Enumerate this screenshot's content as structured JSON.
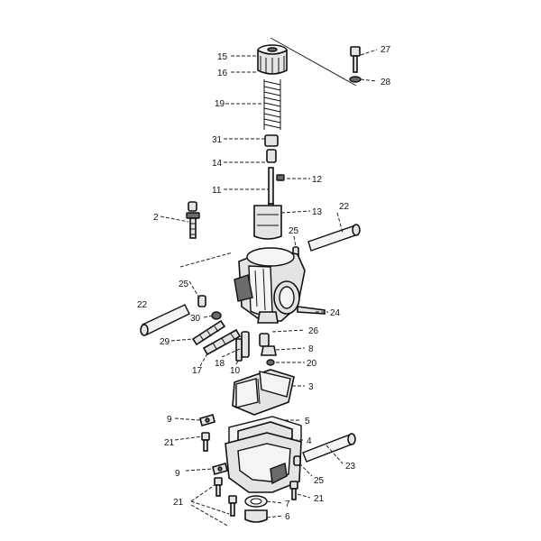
{
  "callouts": {
    "c15": "15",
    "c16": "16",
    "c19": "19",
    "c31": "31",
    "c14": "14",
    "c11": "11",
    "c12": "12",
    "c13": "13",
    "c2": "2",
    "c22a": "22",
    "c22b": "22",
    "c25a": "25",
    "c25b": "25",
    "c25c": "25",
    "c30": "30",
    "c24": "24",
    "c26": "26",
    "c29": "29",
    "c8": "8",
    "c20": "20",
    "c17": "17",
    "c18": "18",
    "c10": "10",
    "c3": "3",
    "c9a": "9",
    "c9b": "9",
    "c5": "5",
    "c21a": "21",
    "c21b": "21",
    "c21c": "21",
    "c4": "4",
    "c23": "23",
    "c7": "7",
    "c6": "6",
    "c27": "27",
    "c28": "28"
  },
  "colors": {
    "ink": "#111111",
    "fill": "#e4e4e4",
    "background": "#ffffff"
  }
}
